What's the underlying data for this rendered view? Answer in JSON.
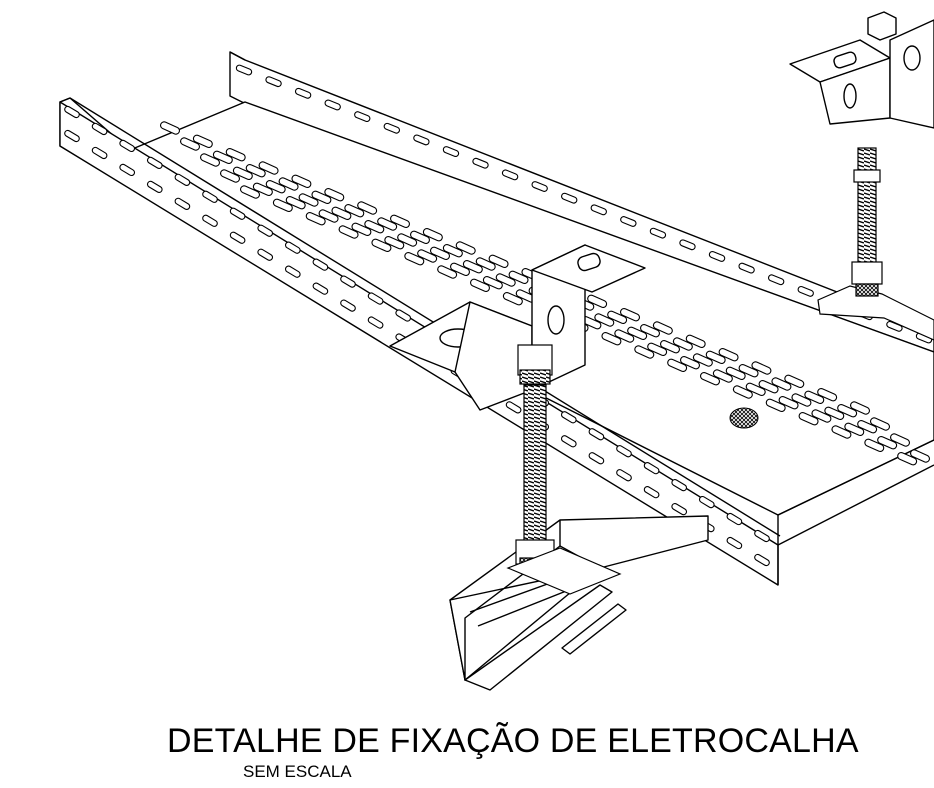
{
  "caption": {
    "title": "DETALHE DE FIXAÇÃO DE ELETROCALHA",
    "subtitle": "SEM ESCALA"
  },
  "drawing": {
    "subject": "cable-tray-fixing-assembly",
    "line_color": "#000000",
    "fill_color": "#ffffff"
  }
}
